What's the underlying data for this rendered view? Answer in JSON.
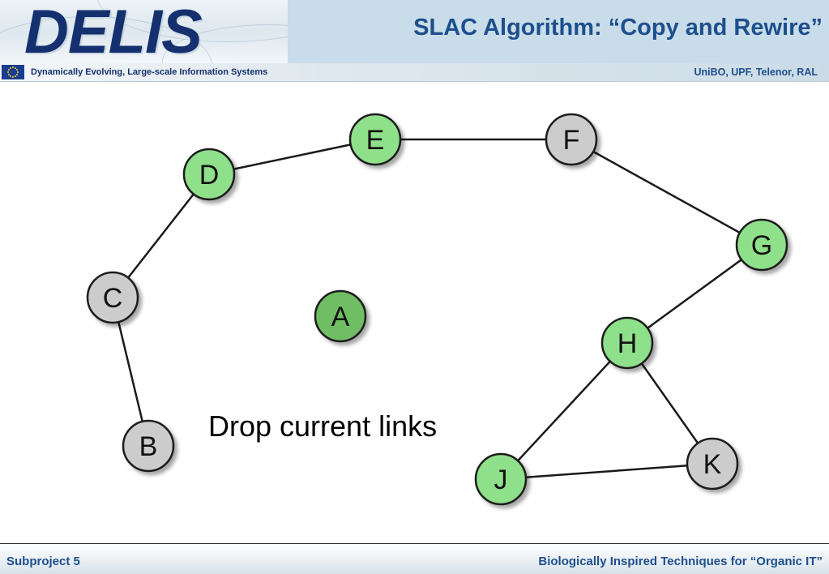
{
  "header": {
    "logo": "DELIS",
    "title": "SLAC Algorithm: “Copy and Rewire”",
    "tagline": "Dynamically Evolving, Large-scale Information Systems",
    "partners": "UniBO, UPF, Telenor, RAL"
  },
  "diagram": {
    "caption": "Drop current links",
    "colors": {
      "green": "#8fe08a",
      "gray": "#cccccc",
      "selected": "#6fbe63",
      "stroke": "#1a1a1a"
    },
    "nodes": [
      {
        "id": "A",
        "label": "A",
        "color": "selected"
      },
      {
        "id": "B",
        "label": "B",
        "color": "gray"
      },
      {
        "id": "C",
        "label": "C",
        "color": "gray"
      },
      {
        "id": "D",
        "label": "D",
        "color": "green"
      },
      {
        "id": "E",
        "label": "E",
        "color": "green"
      },
      {
        "id": "F",
        "label": "F",
        "color": "gray"
      },
      {
        "id": "G",
        "label": "G",
        "color": "green"
      },
      {
        "id": "H",
        "label": "H",
        "color": "green"
      },
      {
        "id": "J",
        "label": "J",
        "color": "green"
      },
      {
        "id": "K",
        "label": "K",
        "color": "gray"
      }
    ],
    "edges": [
      [
        "B",
        "C"
      ],
      [
        "C",
        "D"
      ],
      [
        "D",
        "E"
      ],
      [
        "E",
        "F"
      ],
      [
        "F",
        "G"
      ],
      [
        "G",
        "H"
      ],
      [
        "H",
        "J"
      ],
      [
        "H",
        "K"
      ],
      [
        "J",
        "K"
      ]
    ]
  },
  "footer": {
    "left": "Subproject 5",
    "right": "Biologically Inspired Techniques for “Organic IT”"
  }
}
